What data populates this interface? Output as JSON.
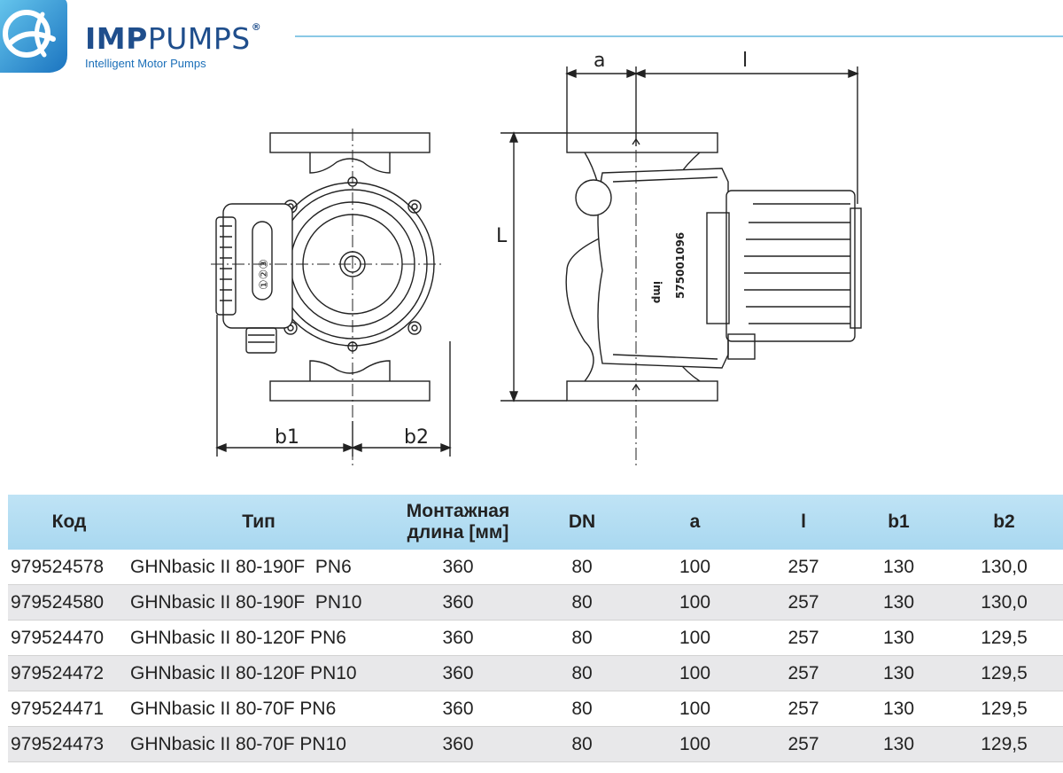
{
  "brand": {
    "name_imp": "IMP",
    "name_pumps": "PUMPS",
    "registered": "®",
    "tagline": "Intelligent Motor Pumps",
    "colors": {
      "primary": "#1f4e8c",
      "accent": "#3aa8dc",
      "rule": "#8ac9e6"
    }
  },
  "drawing": {
    "labels": {
      "a": "a",
      "l": "l",
      "L": "L",
      "b1": "b1",
      "b2": "b2"
    },
    "selector_marks": "①②③",
    "body_marking": "575001096",
    "brand_mark": "imp"
  },
  "table": {
    "headers": [
      "Код",
      "Тип",
      "Монтажная\nдлина [мм]",
      "DN",
      "a",
      "l",
      "b1",
      "b2"
    ],
    "header_colors": {
      "bg": "#b3dcf2"
    },
    "rows": [
      [
        "979524578",
        "GHNbasic II 80-190F  PN6",
        "360",
        "80",
        "100",
        "257",
        "130",
        "130,0"
      ],
      [
        "979524580",
        "GHNbasic II 80-190F  PN10",
        "360",
        "80",
        "100",
        "257",
        "130",
        "130,0"
      ],
      [
        "979524470",
        "GHNbasic II 80-120F PN6",
        "360",
        "80",
        "100",
        "257",
        "130",
        "129,5"
      ],
      [
        "979524472",
        "GHNbasic II 80-120F PN10",
        "360",
        "80",
        "100",
        "257",
        "130",
        "129,5"
      ],
      [
        "979524471",
        "GHNbasic II 80-70F PN6",
        "360",
        "80",
        "100",
        "257",
        "130",
        "129,5"
      ],
      [
        "979524473",
        "GHNbasic II 80-70F PN10",
        "360",
        "80",
        "100",
        "257",
        "130",
        "129,5"
      ]
    ]
  }
}
